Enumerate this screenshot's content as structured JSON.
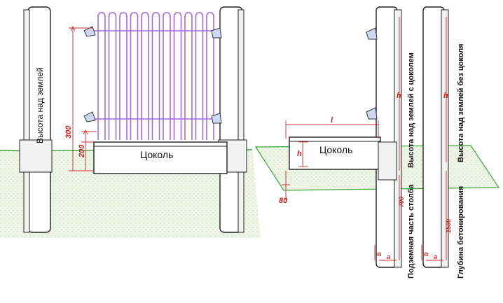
{
  "left_figure": {
    "post_height_label": "Высота над землей",
    "plinth_label": "Цоколь",
    "dimension_upper": "300",
    "dimension_lower": "200"
  },
  "right_figure": {
    "plinth_label": "Цоколь",
    "dim_length": "l",
    "dim_height": "h",
    "dim_depth": "80",
    "post1": {
      "above_label": "Высота над землей с цоколем",
      "height_symbol": "h",
      "below_label": "Подземная часть столба",
      "below_dimension": "700",
      "base_a": "a",
      "base_b": "b"
    },
    "post2": {
      "above_label": "Высота над землей без цоколя",
      "height_symbol": "h",
      "below_label": "Глубина бетонирования",
      "below_dimension": "1500",
      "base_a": "a",
      "base_b": "b"
    }
  },
  "colors": {
    "dimension": "#c8201f",
    "pickets": "#a46ad8",
    "ground": "#3aa63a",
    "ground_fill": "#eef5e6"
  }
}
